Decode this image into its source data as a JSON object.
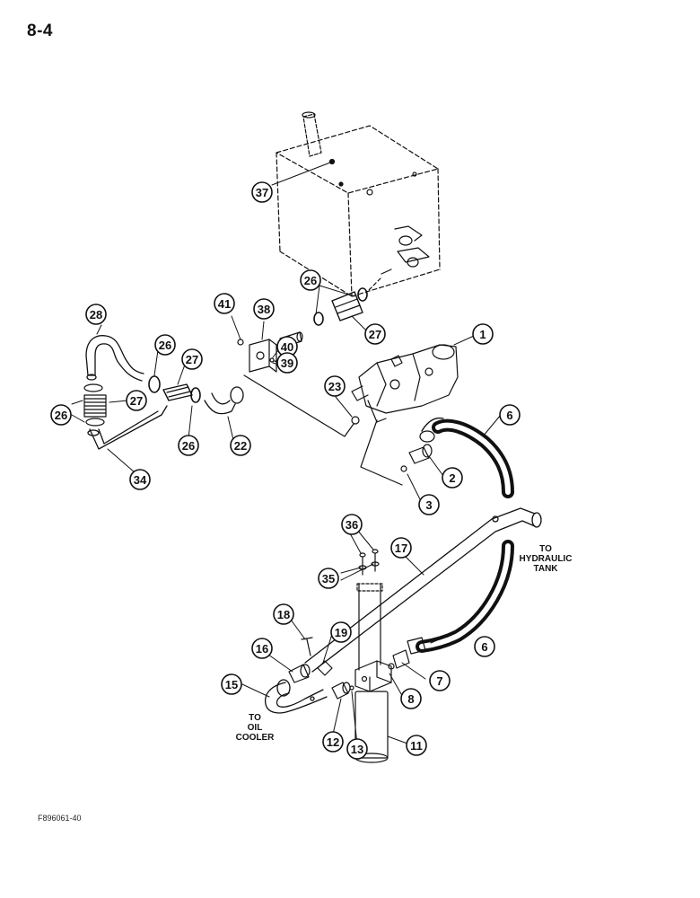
{
  "page": {
    "number": "8-4",
    "figure_id": "F896061-40"
  },
  "destinations": {
    "hydraulic_tank": [
      "TO",
      "HYDRAULIC",
      "TANK"
    ],
    "oil_cooler": [
      "TO",
      "OIL",
      "COOLER"
    ]
  },
  "callouts": [
    {
      "id": "c37",
      "label": "37"
    },
    {
      "id": "c26-tank",
      "label": "26"
    },
    {
      "id": "c27-tank",
      "label": "27"
    },
    {
      "id": "c41",
      "label": "41"
    },
    {
      "id": "c38",
      "label": "38"
    },
    {
      "id": "c40",
      "label": "40"
    },
    {
      "id": "c39",
      "label": "39"
    },
    {
      "id": "c28",
      "label": "28"
    },
    {
      "id": "c26-a",
      "label": "26"
    },
    {
      "id": "c27-a",
      "label": "27"
    },
    {
      "id": "c27-b",
      "label": "27"
    },
    {
      "id": "c26-b",
      "label": "26"
    },
    {
      "id": "c26-c",
      "label": "26"
    },
    {
      "id": "c22",
      "label": "22"
    },
    {
      "id": "c34",
      "label": "34"
    },
    {
      "id": "c23",
      "label": "23"
    },
    {
      "id": "c1",
      "label": "1"
    },
    {
      "id": "c6-top",
      "label": "6"
    },
    {
      "id": "c2",
      "label": "2"
    },
    {
      "id": "c3",
      "label": "3"
    },
    {
      "id": "c36",
      "label": "36"
    },
    {
      "id": "c35",
      "label": "35"
    },
    {
      "id": "c17",
      "label": "17"
    },
    {
      "id": "c18",
      "label": "18"
    },
    {
      "id": "c19",
      "label": "19"
    },
    {
      "id": "c16",
      "label": "16"
    },
    {
      "id": "c15",
      "label": "15"
    },
    {
      "id": "c6-bottom",
      "label": "6"
    },
    {
      "id": "c7",
      "label": "7"
    },
    {
      "id": "c8",
      "label": "8"
    },
    {
      "id": "c12",
      "label": "12"
    },
    {
      "id": "c13",
      "label": "13"
    },
    {
      "id": "c11",
      "label": "11"
    }
  ]
}
